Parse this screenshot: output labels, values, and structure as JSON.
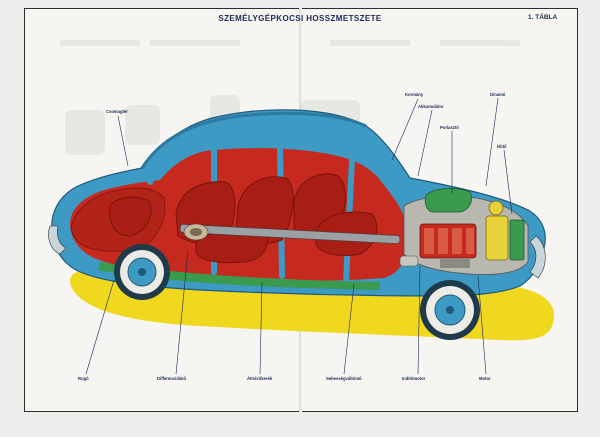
{
  "title": "SZEMÉLYGÉPKOCSI HOSSZMETSZETE",
  "plate_number": "1. TÁBLA",
  "labels": {
    "csomagter": "Csomagtér",
    "kormany": "Kormány",
    "akkumulator": "Akkumulátor",
    "dinamo": "Dinamó",
    "porlaszto": "Porlasztó",
    "huto": "Hűtő",
    "rugo": "Rugó",
    "differencialmu": "Differenciálmű",
    "atvivokerek": "Áttvivőkerék",
    "sebessegvalto": "Sebességváltómű",
    "inditomotor": "Indítómotor",
    "motor": "Motor"
  },
  "colors": {
    "body_blue": "#3d9ac4",
    "interior_red": "#c62a1e",
    "ground_yellow": "#f0d81e",
    "engine_yellow": "#e8d23a",
    "title_ink": "#1c2a55"
  }
}
